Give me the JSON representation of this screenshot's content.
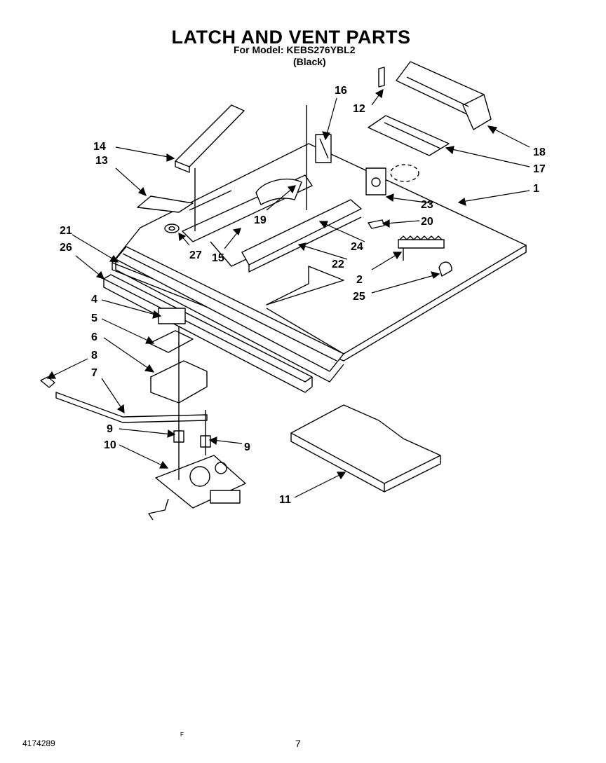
{
  "title": "LATCH AND VENT PARTS",
  "model_line": "For Model: KEBS276YBL2",
  "color_line": "(Black)",
  "footer": {
    "doc_number": "4174289",
    "mark": "F",
    "page_number": "7"
  },
  "callouts": [
    "1",
    "2",
    "4",
    "5",
    "6",
    "7",
    "8",
    "9",
    "9",
    "10",
    "11",
    "12",
    "13",
    "14",
    "15",
    "16",
    "17",
    "18",
    "19",
    "20",
    "21",
    "22",
    "23",
    "24",
    "25",
    "26",
    "27"
  ]
}
